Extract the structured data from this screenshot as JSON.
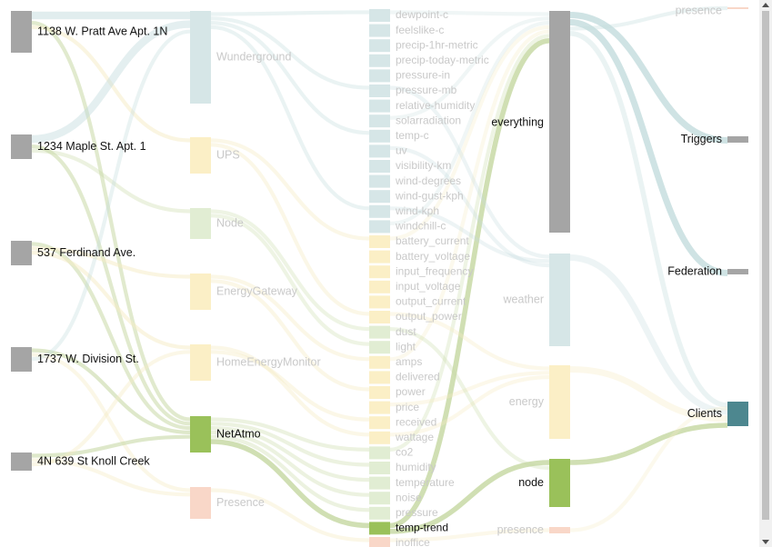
{
  "colors": {
    "gray": "#a5a5a5",
    "weather": "#d6e6e7",
    "ups": "#fbefc6",
    "node": "#e1edd3",
    "presence": "#f9d7c8",
    "netatmo": "#9ac15a",
    "clients": "#4d878f",
    "link_green": "#c8d9a6",
    "link_weather": "#c3dcdd",
    "link_yellow": "#f6ebc4",
    "text_dim": "#c9c9c9",
    "text": "#111111"
  },
  "nodes": [
    {
      "id": "loc1",
      "col": 0,
      "label": "1138 W. Pratt Ave Apt. 1N",
      "color": "gray",
      "dim": false
    },
    {
      "id": "loc2",
      "col": 0,
      "label": "1234 Maple St. Apt. 1",
      "color": "gray",
      "dim": false
    },
    {
      "id": "loc3",
      "col": 0,
      "label": "537 Ferdinand Ave.",
      "color": "gray",
      "dim": false
    },
    {
      "id": "loc4",
      "col": 0,
      "label": "1737 W. Division St.",
      "color": "gray",
      "dim": false
    },
    {
      "id": "loc5",
      "col": 0,
      "label": "4N 639 St Knoll Creek",
      "color": "gray",
      "dim": false
    },
    {
      "id": "wunderground",
      "col": 1,
      "label": "Wunderground",
      "color": "weather",
      "dim": true
    },
    {
      "id": "ups",
      "col": 1,
      "label": "UPS",
      "color": "ups",
      "dim": true
    },
    {
      "id": "node1",
      "col": 1,
      "label": "Node",
      "color": "node",
      "dim": true
    },
    {
      "id": "energygateway",
      "col": 1,
      "label": "EnergyGateway",
      "color": "ups",
      "dim": true
    },
    {
      "id": "homeenergy",
      "col": 1,
      "label": "HomeEnergyMonitor",
      "color": "ups",
      "dim": true
    },
    {
      "id": "netatmo",
      "col": 1,
      "label": "NetAtmo",
      "color": "netatmo",
      "dim": false
    },
    {
      "id": "presencedev",
      "col": 1,
      "label": "Presence",
      "color": "presence",
      "dim": true
    },
    {
      "id": "m_dewpoint",
      "col": 2,
      "label": "dewpoint-c",
      "color": "weather",
      "dim": true
    },
    {
      "id": "m_feelslike",
      "col": 2,
      "label": "feelslike-c",
      "color": "weather",
      "dim": true
    },
    {
      "id": "m_precip1",
      "col": 2,
      "label": "precip-1hr-metric",
      "color": "weather",
      "dim": true
    },
    {
      "id": "m_preciptoday",
      "col": 2,
      "label": "precip-today-metric",
      "color": "weather",
      "dim": true
    },
    {
      "id": "m_pressin",
      "col": 2,
      "label": "pressure-in",
      "color": "weather",
      "dim": true
    },
    {
      "id": "m_pressmb",
      "col": 2,
      "label": "pressure-mb",
      "color": "weather",
      "dim": true
    },
    {
      "id": "m_relhum",
      "col": 2,
      "label": "relative-humidity",
      "color": "weather",
      "dim": true
    },
    {
      "id": "m_solar",
      "col": 2,
      "label": "solarradiation",
      "color": "weather",
      "dim": true
    },
    {
      "id": "m_tempc",
      "col": 2,
      "label": "temp-c",
      "color": "weather",
      "dim": true
    },
    {
      "id": "m_uv",
      "col": 2,
      "label": "uv",
      "color": "weather",
      "dim": true
    },
    {
      "id": "m_vis",
      "col": 2,
      "label": "visibility-km",
      "color": "weather",
      "dim": true
    },
    {
      "id": "m_winddeg",
      "col": 2,
      "label": "wind-degrees",
      "color": "weather",
      "dim": true
    },
    {
      "id": "m_windgust",
      "col": 2,
      "label": "wind-gust-kph",
      "color": "weather",
      "dim": true
    },
    {
      "id": "m_windkph",
      "col": 2,
      "label": "wind-kph",
      "color": "weather",
      "dim": true
    },
    {
      "id": "m_windchill",
      "col": 2,
      "label": "windchill-c",
      "color": "weather",
      "dim": true
    },
    {
      "id": "m_batcur",
      "col": 2,
      "label": "battery_current",
      "color": "ups",
      "dim": true
    },
    {
      "id": "m_batvolt",
      "col": 2,
      "label": "battery_voltage",
      "color": "ups",
      "dim": true
    },
    {
      "id": "m_infreq",
      "col": 2,
      "label": "input_frequency",
      "color": "ups",
      "dim": true
    },
    {
      "id": "m_involt",
      "col": 2,
      "label": "input_voltage",
      "color": "ups",
      "dim": true
    },
    {
      "id": "m_outcur",
      "col": 2,
      "label": "output_current",
      "color": "ups",
      "dim": true
    },
    {
      "id": "m_outpow",
      "col": 2,
      "label": "output_power",
      "color": "ups",
      "dim": true
    },
    {
      "id": "m_dust",
      "col": 2,
      "label": "dust",
      "color": "node",
      "dim": true
    },
    {
      "id": "m_light",
      "col": 2,
      "label": "light",
      "color": "node",
      "dim": true
    },
    {
      "id": "m_amps",
      "col": 2,
      "label": "amps",
      "color": "ups",
      "dim": true
    },
    {
      "id": "m_delivered",
      "col": 2,
      "label": "delivered",
      "color": "ups",
      "dim": true
    },
    {
      "id": "m_power",
      "col": 2,
      "label": "power",
      "color": "ups",
      "dim": true
    },
    {
      "id": "m_price",
      "col": 2,
      "label": "price",
      "color": "ups",
      "dim": true
    },
    {
      "id": "m_received",
      "col": 2,
      "label": "received",
      "color": "ups",
      "dim": true
    },
    {
      "id": "m_wattage",
      "col": 2,
      "label": "wattage",
      "color": "ups",
      "dim": true
    },
    {
      "id": "m_co2",
      "col": 2,
      "label": "co2",
      "color": "node",
      "dim": true
    },
    {
      "id": "m_humidity",
      "col": 2,
      "label": "humidity",
      "color": "node",
      "dim": true
    },
    {
      "id": "m_temperature",
      "col": 2,
      "label": "temperature",
      "color": "node",
      "dim": true
    },
    {
      "id": "m_noise",
      "col": 2,
      "label": "noise",
      "color": "node",
      "dim": true
    },
    {
      "id": "m_pressure",
      "col": 2,
      "label": "pressure",
      "color": "node",
      "dim": true
    },
    {
      "id": "m_temptrend",
      "col": 2,
      "label": "temp-trend",
      "color": "netatmo",
      "dim": false
    },
    {
      "id": "m_inoffice",
      "col": 2,
      "label": "inoffice",
      "color": "presence",
      "dim": true
    },
    {
      "id": "everything",
      "col": 3,
      "label": "everything",
      "color": "gray",
      "dim": false
    },
    {
      "id": "weather",
      "col": 3,
      "label": "weather",
      "color": "weather",
      "dim": true
    },
    {
      "id": "energy",
      "col": 3,
      "label": "energy",
      "color": "ups",
      "dim": true
    },
    {
      "id": "nodecat",
      "col": 3,
      "label": "node",
      "color": "netatmo",
      "dim": false
    },
    {
      "id": "presencecat",
      "col": 3,
      "label": "presence",
      "color": "presence",
      "dim": true
    },
    {
      "id": "presence_top",
      "col": 4,
      "label": "presence",
      "color": "presence",
      "dim": true
    },
    {
      "id": "triggers",
      "col": 4,
      "label": "Triggers",
      "color": "gray",
      "dim": false
    },
    {
      "id": "federation",
      "col": 4,
      "label": "Federation",
      "color": "gray",
      "dim": false
    },
    {
      "id": "clients",
      "col": 4,
      "label": "Clients",
      "color": "clients",
      "dim": false
    }
  ],
  "links": [
    {
      "s": "loc1",
      "t": "wunderground",
      "w": 6,
      "c": "link_weather",
      "o": 0.5
    },
    {
      "s": "loc1",
      "t": "netatmo",
      "w": 3,
      "c": "link_green",
      "o": 0.55
    },
    {
      "s": "loc1",
      "t": "ups",
      "w": 3,
      "c": "link_yellow",
      "o": 0.5
    },
    {
      "s": "loc2",
      "t": "wunderground",
      "w": 6,
      "c": "link_weather",
      "o": 0.45
    },
    {
      "s": "loc2",
      "t": "netatmo",
      "w": 3,
      "c": "link_green",
      "o": 0.55
    },
    {
      "s": "loc2",
      "t": "node1",
      "w": 3,
      "c": "link_green",
      "o": 0.35
    },
    {
      "s": "loc3",
      "t": "netatmo",
      "w": 3,
      "c": "link_green",
      "o": 0.55
    },
    {
      "s": "loc3",
      "t": "energygateway",
      "w": 3,
      "c": "link_yellow",
      "o": 0.5
    },
    {
      "s": "loc3",
      "t": "homeenergy",
      "w": 3,
      "c": "link_yellow",
      "o": 0.5
    },
    {
      "s": "loc4",
      "t": "netatmo",
      "w": 3,
      "c": "link_green",
      "o": 0.6
    },
    {
      "s": "loc4",
      "t": "presencedev",
      "w": 3,
      "c": "link_yellow",
      "o": 0.4
    },
    {
      "s": "loc4",
      "t": "wunderground",
      "w": 3,
      "c": "link_weather",
      "o": 0.35
    },
    {
      "s": "loc5",
      "t": "netatmo",
      "w": 3,
      "c": "link_green",
      "o": 0.6
    },
    {
      "s": "loc5",
      "t": "presencedev",
      "w": 3,
      "c": "link_yellow",
      "o": 0.4
    },
    {
      "s": "loc5",
      "t": "homeenergy",
      "w": 3,
      "c": "link_yellow",
      "o": 0.4
    },
    {
      "s": "netatmo",
      "t": "m_co2",
      "w": 3,
      "c": "link_green",
      "o": 0.35
    },
    {
      "s": "netatmo",
      "t": "m_humidity",
      "w": 3,
      "c": "link_green",
      "o": 0.35
    },
    {
      "s": "netatmo",
      "t": "m_temperature",
      "w": 3,
      "c": "link_green",
      "o": 0.35
    },
    {
      "s": "netatmo",
      "t": "m_noise",
      "w": 3,
      "c": "link_green",
      "o": 0.35
    },
    {
      "s": "netatmo",
      "t": "m_pressure",
      "w": 3,
      "c": "link_green",
      "o": 0.35
    },
    {
      "s": "netatmo",
      "t": "m_temptrend",
      "w": 4,
      "c": "link_green",
      "o": 0.85
    },
    {
      "s": "wunderground",
      "t": "m_dewpoint",
      "w": 3,
      "c": "link_weather",
      "o": 0.35
    },
    {
      "s": "wunderground",
      "t": "m_pressmb",
      "w": 3,
      "c": "link_weather",
      "o": 0.35
    },
    {
      "s": "wunderground",
      "t": "m_tempc",
      "w": 3,
      "c": "link_weather",
      "o": 0.35
    },
    {
      "s": "wunderground",
      "t": "m_windkph",
      "w": 3,
      "c": "link_weather",
      "o": 0.35
    },
    {
      "s": "ups",
      "t": "m_batcur",
      "w": 3,
      "c": "link_yellow",
      "o": 0.4
    },
    {
      "s": "ups",
      "t": "m_outpow",
      "w": 3,
      "c": "link_yellow",
      "o": 0.4
    },
    {
      "s": "node1",
      "t": "m_dust",
      "w": 3,
      "c": "link_green",
      "o": 0.3
    },
    {
      "s": "node1",
      "t": "m_light",
      "w": 3,
      "c": "link_green",
      "o": 0.3
    },
    {
      "s": "energygateway",
      "t": "m_amps",
      "w": 3,
      "c": "link_yellow",
      "o": 0.4
    },
    {
      "s": "energygateway",
      "t": "m_power",
      "w": 3,
      "c": "link_yellow",
      "o": 0.4
    },
    {
      "s": "homeenergy",
      "t": "m_wattage",
      "w": 3,
      "c": "link_yellow",
      "o": 0.4
    },
    {
      "s": "homeenergy",
      "t": "m_received",
      "w": 3,
      "c": "link_yellow",
      "o": 0.4
    },
    {
      "s": "presencedev",
      "t": "m_inoffice",
      "w": 3,
      "c": "link_yellow",
      "o": 0.4
    },
    {
      "s": "m_dewpoint",
      "t": "everything",
      "w": 3,
      "c": "link_weather",
      "o": 0.25
    },
    {
      "s": "m_solar",
      "t": "everything",
      "w": 3,
      "c": "link_weather",
      "o": 0.25
    },
    {
      "s": "m_windchill",
      "t": "everything",
      "w": 3,
      "c": "link_weather",
      "o": 0.25
    },
    {
      "s": "m_batcur",
      "t": "everything",
      "w": 3,
      "c": "link_yellow",
      "o": 0.3
    },
    {
      "s": "m_amps",
      "t": "everything",
      "w": 3,
      "c": "link_yellow",
      "o": 0.3
    },
    {
      "s": "m_co2",
      "t": "everything",
      "w": 3,
      "c": "link_green",
      "o": 0.3
    },
    {
      "s": "m_temptrend",
      "t": "everything",
      "w": 4,
      "c": "link_green",
      "o": 0.85
    },
    {
      "s": "m_pressmb",
      "t": "weather",
      "w": 3,
      "c": "link_weather",
      "o": 0.3
    },
    {
      "s": "m_windkph",
      "t": "weather",
      "w": 3,
      "c": "link_weather",
      "o": 0.3
    },
    {
      "s": "m_uv",
      "t": "weather",
      "w": 3,
      "c": "link_weather",
      "o": 0.3
    },
    {
      "s": "m_outpow",
      "t": "energy",
      "w": 3,
      "c": "link_yellow",
      "o": 0.35
    },
    {
      "s": "m_price",
      "t": "energy",
      "w": 3,
      "c": "link_yellow",
      "o": 0.35
    },
    {
      "s": "m_wattage",
      "t": "energy",
      "w": 3,
      "c": "link_yellow",
      "o": 0.35
    },
    {
      "s": "m_temptrend",
      "t": "nodecat",
      "w": 4,
      "c": "link_green",
      "o": 0.85
    },
    {
      "s": "m_dust",
      "t": "nodecat",
      "w": 3,
      "c": "link_green",
      "o": 0.3
    },
    {
      "s": "m_inoffice",
      "t": "presencecat",
      "w": 3,
      "c": "link_yellow",
      "o": 0.35
    },
    {
      "s": "everything",
      "t": "triggers",
      "w": 5,
      "c": "link_weather",
      "o": 0.8
    },
    {
      "s": "everything",
      "t": "federation",
      "w": 5,
      "c": "link_weather",
      "o": 0.8
    },
    {
      "s": "everything",
      "t": "presence_top",
      "w": 3,
      "c": "link_weather",
      "o": 0.35
    },
    {
      "s": "everything",
      "t": "clients",
      "w": 4,
      "c": "link_weather",
      "o": 0.35
    },
    {
      "s": "weather",
      "t": "clients",
      "w": 5,
      "c": "link_weather",
      "o": 0.3
    },
    {
      "s": "energy",
      "t": "clients",
      "w": 5,
      "c": "link_yellow",
      "o": 0.35
    },
    {
      "s": "nodecat",
      "t": "clients",
      "w": 4,
      "c": "link_green",
      "o": 0.85
    },
    {
      "s": "presencecat",
      "t": "clients",
      "w": 3,
      "c": "link_yellow",
      "o": 0.3
    }
  ]
}
